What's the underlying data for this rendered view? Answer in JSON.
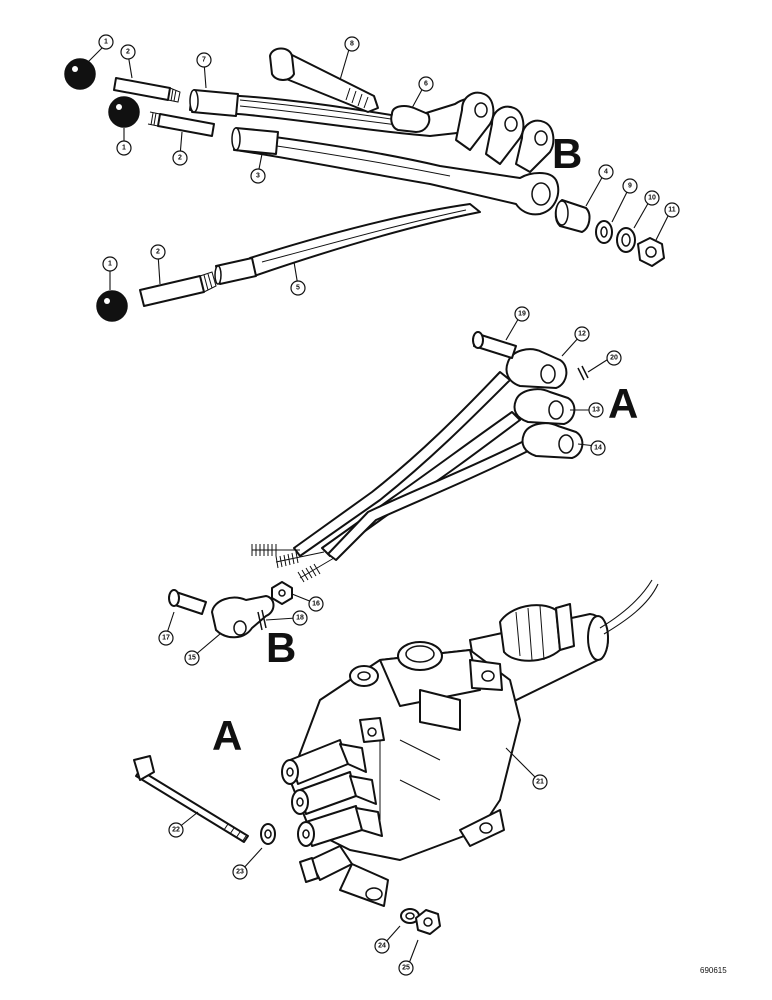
{
  "diagram": {
    "section_letters": {
      "b_upper": "B",
      "a_right": "A",
      "b_lower": "B",
      "a_left": "A"
    },
    "callouts": [
      "1",
      "2",
      "7",
      "8",
      "6",
      "1",
      "2",
      "3",
      "4",
      "9",
      "10",
      "11",
      "1",
      "2",
      "5",
      "19",
      "12",
      "20",
      "13",
      "14",
      "17",
      "16",
      "18",
      "15",
      "21",
      "22",
      "23",
      "24",
      "25"
    ],
    "figure_code": "690615"
  }
}
